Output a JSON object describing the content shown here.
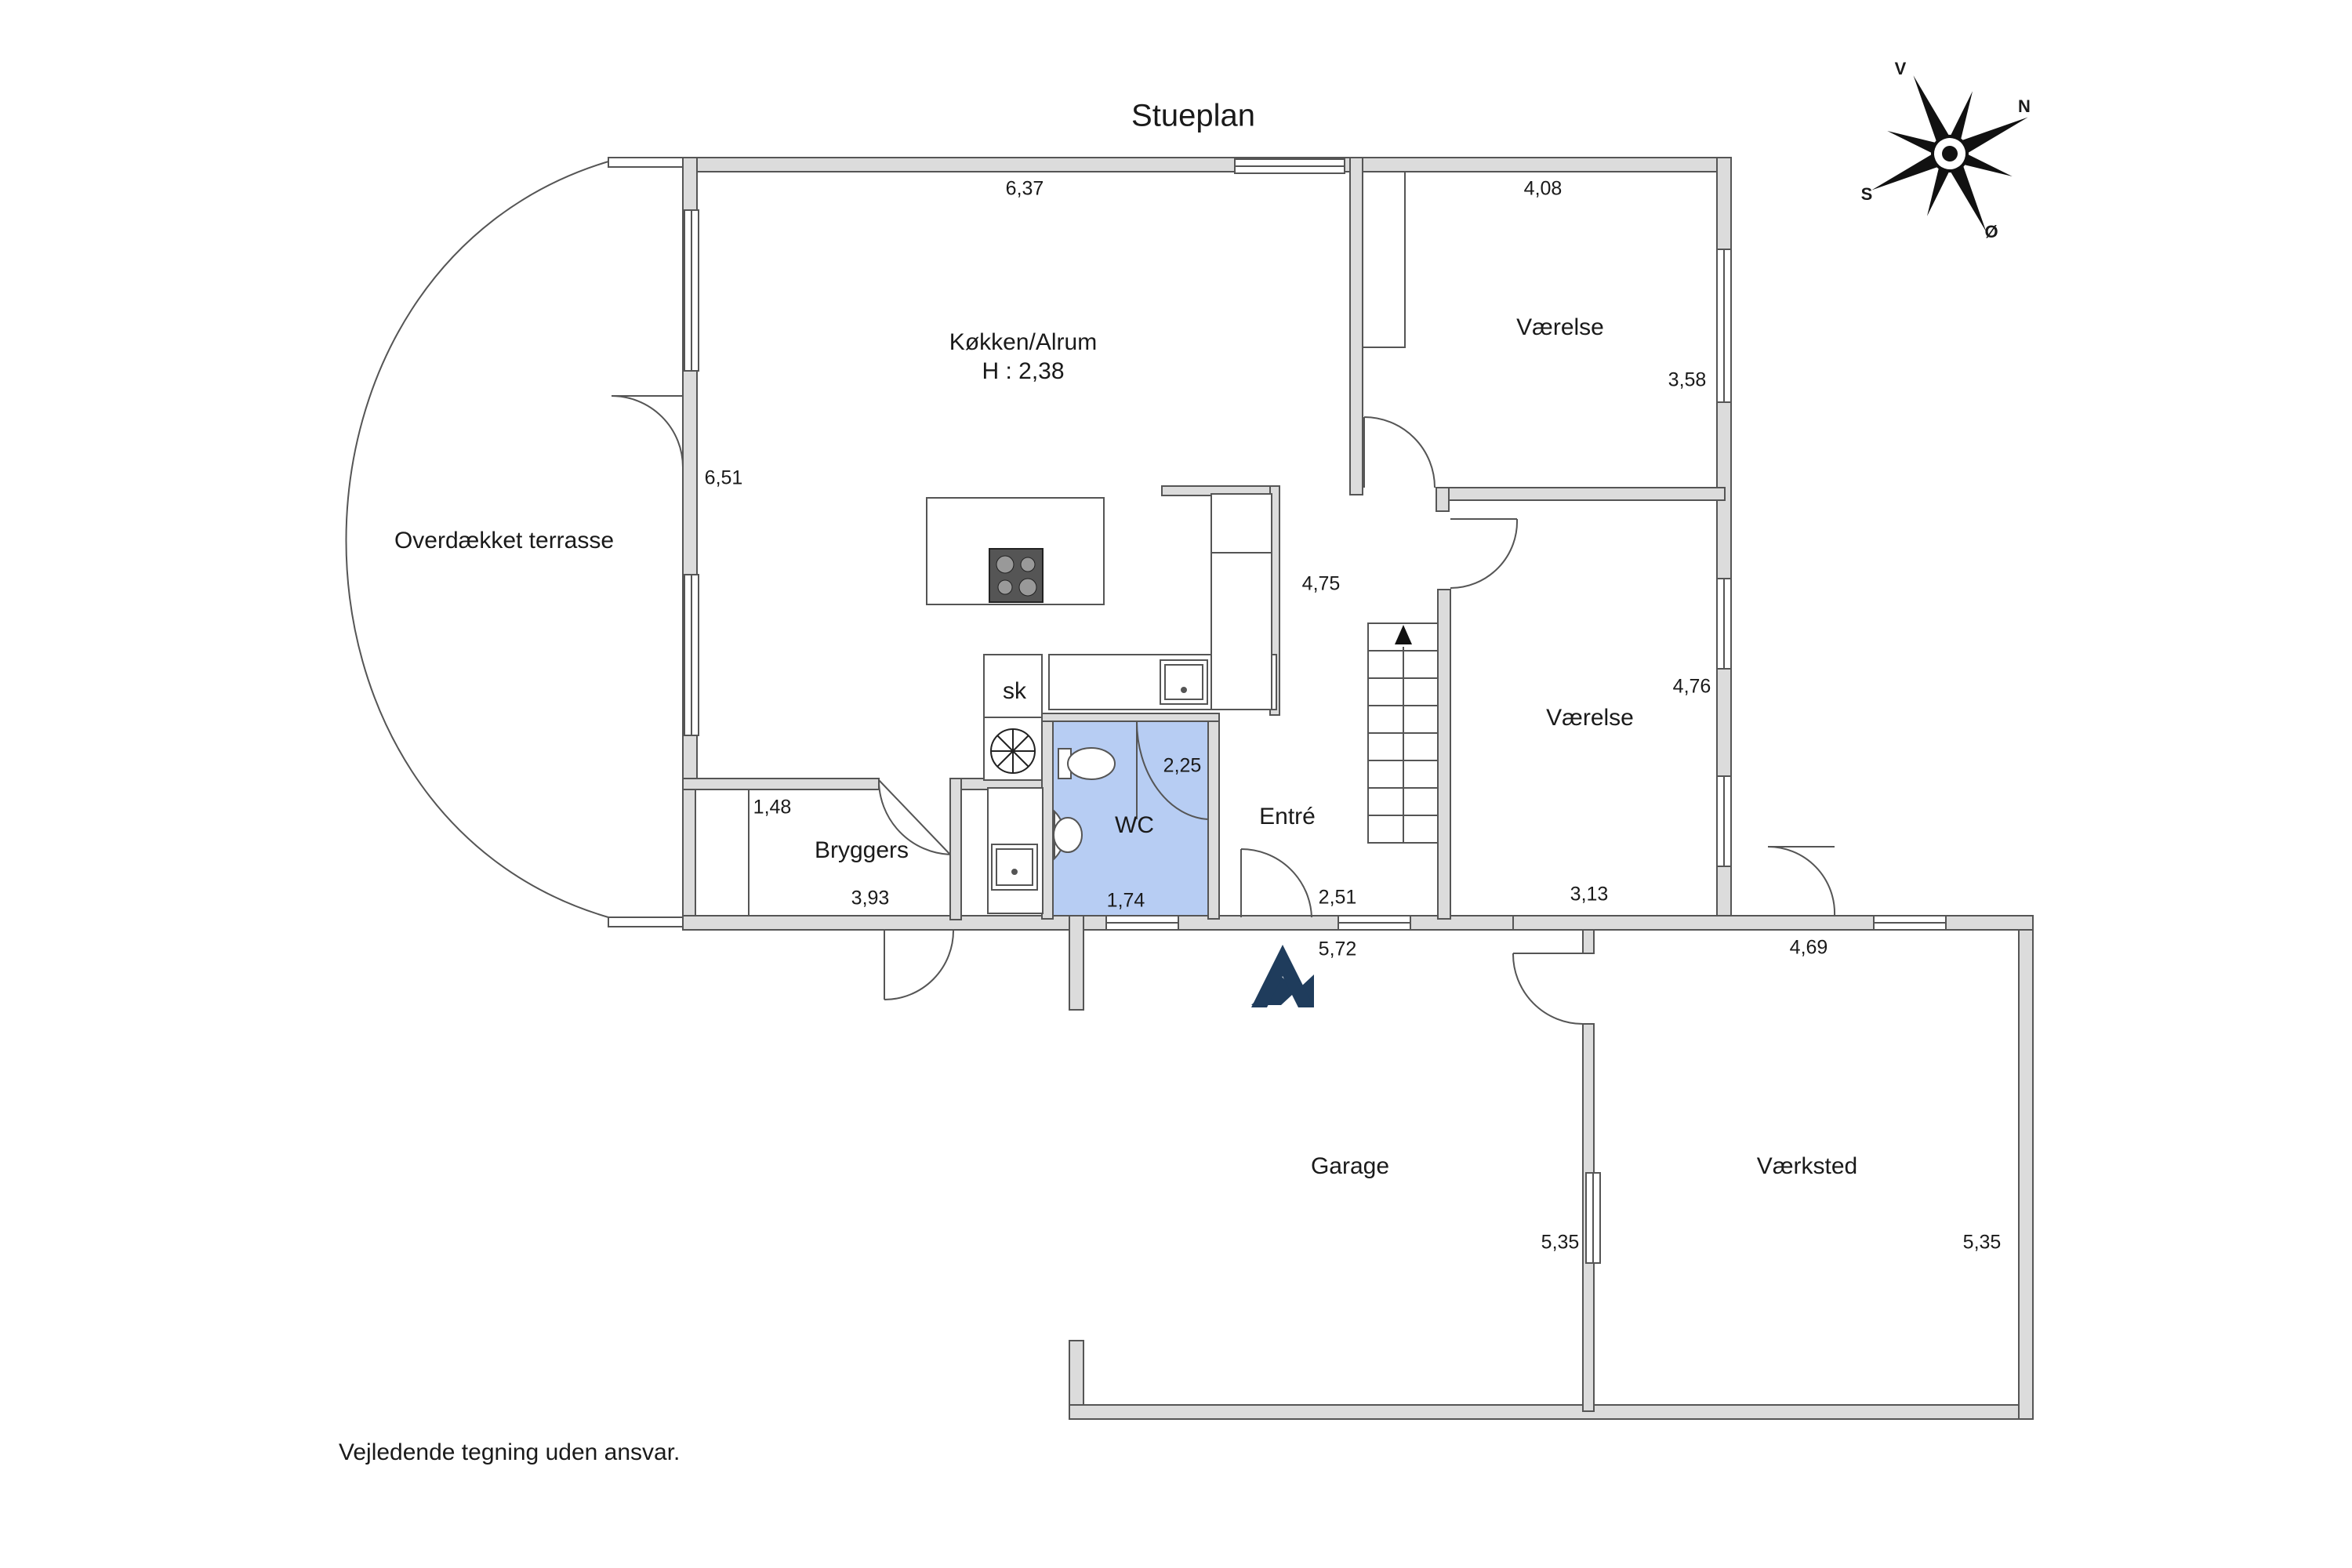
{
  "plan": {
    "title": "Stueplan",
    "footer_note": "Vejledende tegning uden ansvar."
  },
  "rooms": {
    "kitchen": "Køkken/Alrum",
    "kitchen_height": "H : 2,38",
    "terrace": "Overdækket terrasse",
    "bedroom_top": "Værelse",
    "bedroom_mid": "Værelse",
    "wc": "WC",
    "entre": "Entré",
    "bryggers": "Bryggers",
    "garage": "Garage",
    "workshop": "Værksted",
    "closet": "sk"
  },
  "dimensions": {
    "kitchen_width": "6,37",
    "kitchen_depth": "6,51",
    "bedroom_top_width": "4,08",
    "bedroom_top_depth": "3,58",
    "hall_length": "4,75",
    "bedroom_mid_depth": "4,76",
    "bedroom_mid_width": "3,13",
    "wc_depth": "2,25",
    "wc_width": "1,74",
    "entre_width": "2,51",
    "bryggers_depth": "1,48",
    "bryggers_width": "3,93",
    "overall_width": "5,72",
    "workshop_width": "4,69",
    "garage_depth": "5,35",
    "workshop_depth": "5,35"
  },
  "compass": {
    "north": "N",
    "south": "S",
    "east": "Ø",
    "west": "V"
  },
  "colors": {
    "wall_fill": "#dcdcdc",
    "wall_stroke": "#555555",
    "wc_fill": "#b7cdf3",
    "entrance_arrow": "#1f3c5c"
  }
}
